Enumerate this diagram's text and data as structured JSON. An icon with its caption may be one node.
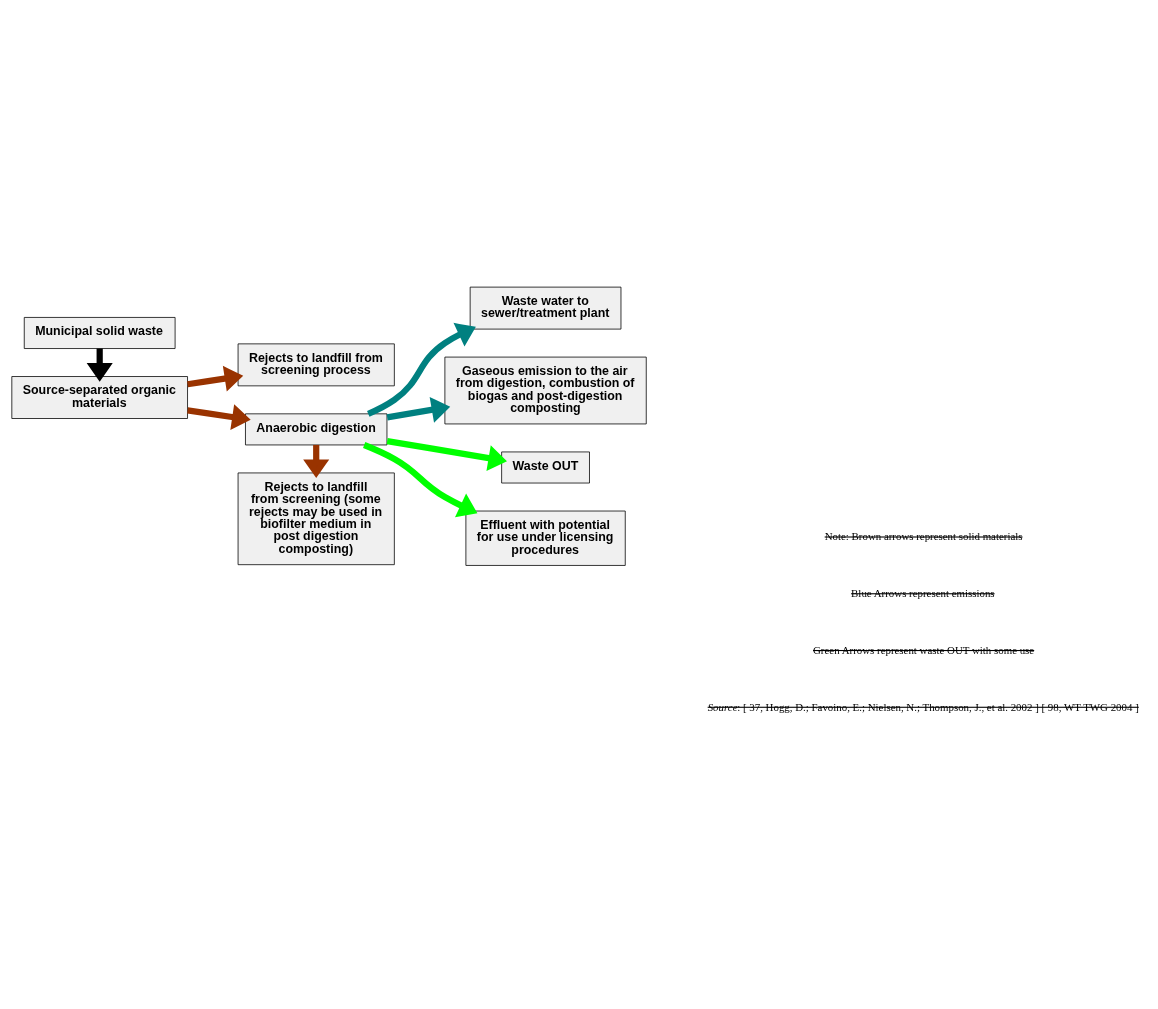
{
  "diagram": {
    "nodes": [
      {
        "text": [
          "Municipal solid waste"
        ]
      },
      {
        "text": [
          "Source-separated organic materials"
        ]
      },
      {
        "text": [
          "Rejects to landfill from screening process"
        ]
      },
      {
        "text": [
          "Anaerobic digestion"
        ]
      },
      {
        "text": [
          "Waste water to sewer/treatment plant"
        ]
      },
      {
        "text": [
          "Gaseous emission to the air from digestion, combustion of biogas and post-digestion composting"
        ]
      },
      {
        "text": [
          "Waste OUT"
        ]
      },
      {
        "text": [
          "Rejects to landfill from screening (some rejects may be used in biofilter medium in post digestion composting)"
        ]
      },
      {
        "text": [
          "Effluent with potential for use under licensing procedures"
        ]
      }
    ],
    "edges": [
      {
        "from": 0,
        "to": 1,
        "arrow": "to",
        "color": "#000000"
      },
      {
        "from": 1,
        "to": 3,
        "arrow": "to",
        "color": "#993300"
      },
      {
        "from": 1,
        "to": 2,
        "arrow": "to",
        "color": "#993300"
      },
      {
        "from": 3,
        "to": 7,
        "arrow": "to",
        "color": "#993300"
      },
      {
        "from": 3,
        "to": 4,
        "arrow": "to",
        "color": "#008080"
      },
      {
        "from": 3,
        "to": 5,
        "arrow": "to",
        "color": "#008080"
      },
      {
        "from": 3,
        "to": 6,
        "arrow": "to",
        "color": "#00ff00"
      },
      {
        "from": 3,
        "to": 8,
        "arrow": "to",
        "color": "#00ff00"
      }
    ],
    "labels": [
      "Note: Brown arrows represent solid materials",
      "Blue Arrows represent emissions",
      "Green Arrows represent waste OUT with some use",
      "*Source*: [ 37, Hogg, D.; Favoino, E.; Nielsen, N.; Thompson, J., et al. 2002 ] [ 98, WT TWG 2004 ]"
    ]
  }
}
